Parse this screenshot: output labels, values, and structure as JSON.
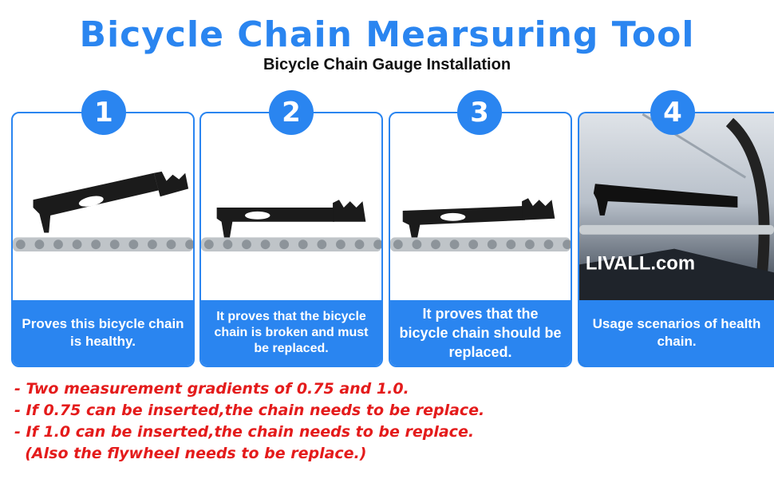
{
  "header": {
    "title": "Bicycle Chain Mearsuring Tool",
    "subtitle": "Bicycle Chain Gauge Installation"
  },
  "steps": [
    {
      "number": "1",
      "caption": "Proves this bicycle chain is healthy."
    },
    {
      "number": "2",
      "caption": "It proves that the bicycle chain is broken and must be replaced."
    },
    {
      "number": "3",
      "caption": "It proves that the bicycle chain should be replaced."
    },
    {
      "number": "4",
      "caption": "Usage scenarios of health chain.",
      "photo_text": "LIVALL.com"
    }
  ],
  "notes": [
    "- Two measurement gradients of 0.75 and 1.0.",
    "- If 0.75 can be inserted,the chain needs to be replace.",
    "- If 1.0 can be inserted,the chain needs to be replace.",
    "  (Also the flywheel needs to be replace.)"
  ],
  "colors": {
    "accent": "#2a85f0",
    "notes": "#e41b1b"
  }
}
